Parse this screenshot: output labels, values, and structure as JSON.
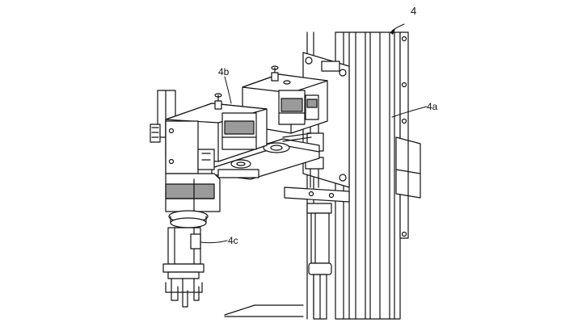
{
  "figure": {
    "labels": {
      "main": "4",
      "rail": "4a",
      "arm": "4b",
      "gripper": "4c"
    }
  },
  "colors": {
    "ink": "#111111",
    "shade": "#9a9a9a",
    "paper": "#ffffff"
  }
}
